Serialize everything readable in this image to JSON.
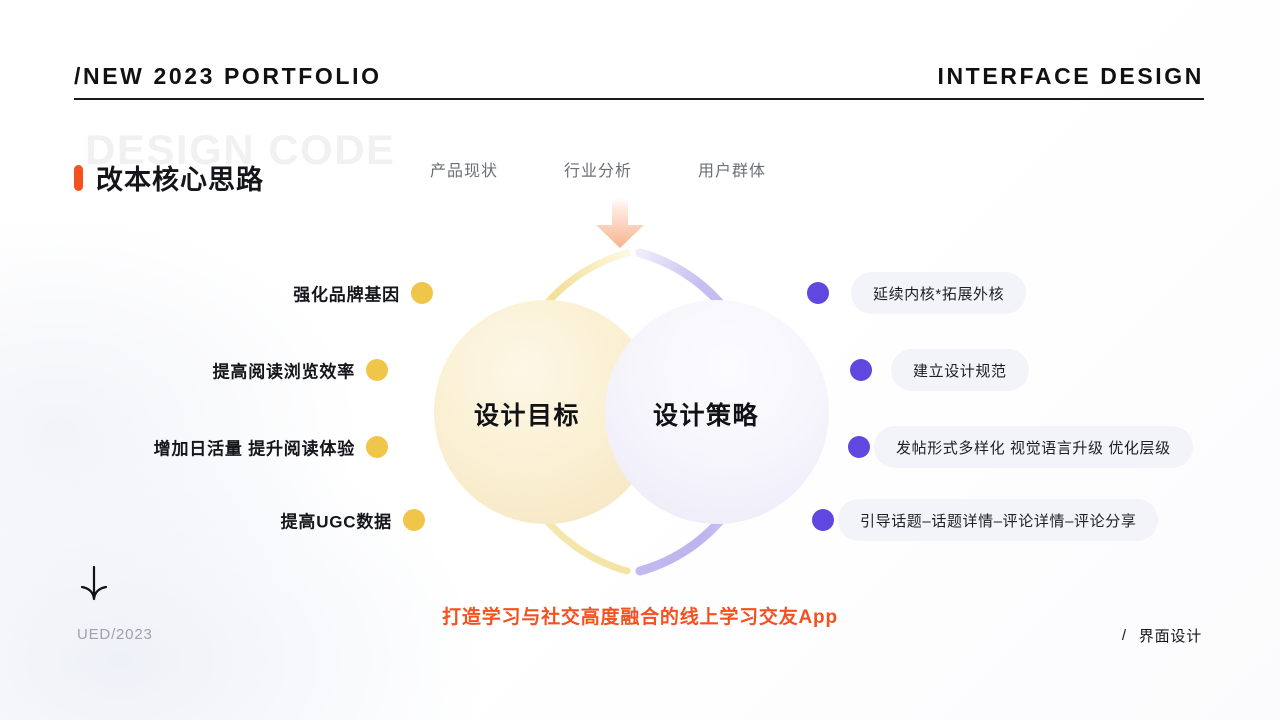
{
  "header": {
    "left_title": "/NEW 2023 PORTFOLIO",
    "right_title": "INTERFACE DESIGN"
  },
  "title_block": {
    "watermark": "DESIGN CODE",
    "title": "改本核心思路",
    "bullet_color": "#f4511e"
  },
  "tabs": [
    {
      "label": "产品现状"
    },
    {
      "label": "行业分析"
    },
    {
      "label": "用户群体"
    }
  ],
  "diagram": {
    "center": {
      "left_circle_label": "设计目标",
      "right_circle_label": "设计策略",
      "left_circle_color": "#faf0d2",
      "right_circle_color": "#f5f5fb"
    },
    "left_arc_color": "#f2df91",
    "right_arc_color": "#c9c3ef",
    "left_dot_color": "#f0c64a",
    "right_dot_color": "#6047e0",
    "left_items": [
      {
        "label": "强化品牌基因"
      },
      {
        "label": "提高阅读浏览效率"
      },
      {
        "label": "增加日活量 提升阅读体验"
      },
      {
        "label": "提高UGC数据"
      }
    ],
    "right_items": [
      {
        "label": "延续内核*拓展外核"
      },
      {
        "label": "建立设计规范"
      },
      {
        "label": "发帖形式多样化 视觉语言升级 优化层级"
      },
      {
        "label": "引导话题–话题详情–评论详情–评论分享"
      }
    ]
  },
  "tagline": {
    "text": "打造学习与社交高度融合的线上学习交友App",
    "color": "#f4511e"
  },
  "footer": {
    "left_text": "UED/2023",
    "slash": "/",
    "right_text": "界面设计"
  }
}
